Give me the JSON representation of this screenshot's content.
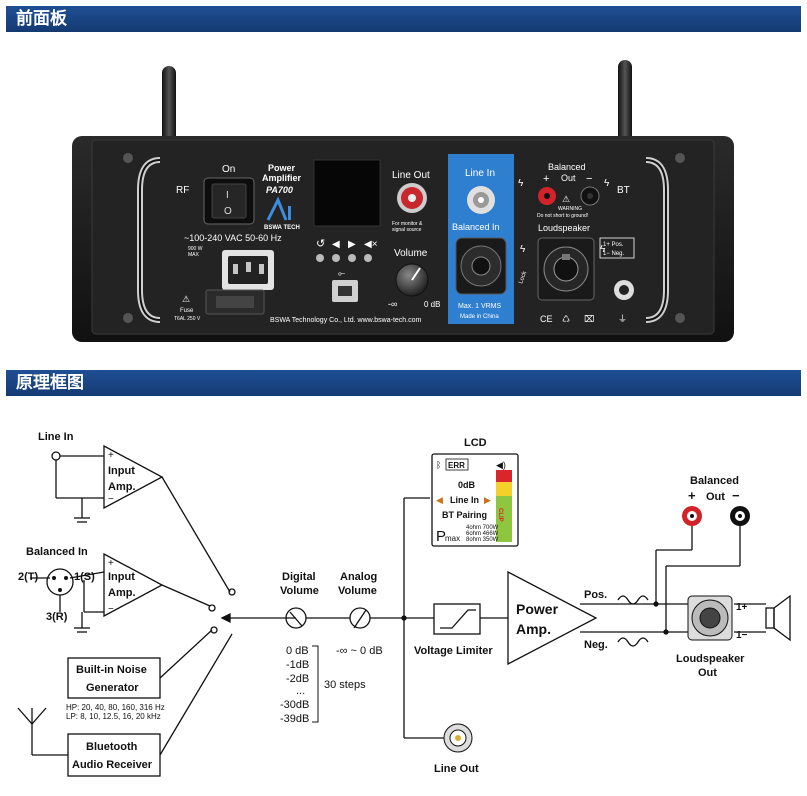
{
  "sections": {
    "front_panel_title": "前面板",
    "diagram_title": "原理框图"
  },
  "front_panel": {
    "rf_label": "RF",
    "bt_label": "BT",
    "on_label": "On",
    "power_switch_on": "I",
    "power_switch_off": "O",
    "product_line1": "Power",
    "product_line2": "Amplifier",
    "model": "PA700",
    "brand": "BSWA TECH",
    "voltage": "~100-240 VAC  50-60 Hz",
    "power_max": "900 W",
    "power_max_label": "MAX",
    "fuse_label": "Fuse",
    "fuse_value": "T6AL 250 V",
    "line_out_label": "Line Out",
    "line_out_note1": "For monitor &",
    "line_out_note2": "signal source",
    "volume_label": "Volume",
    "volume_min": "-∞",
    "volume_max": "0 dB",
    "line_in_label": "Line In",
    "balanced_in_label": "Balanced In",
    "max_input": "Max. 1 VRMS",
    "made_in": "Made in China",
    "balanced_out_label1": "Balanced",
    "balanced_out_label2": "Out",
    "plus_sign": "+",
    "minus_sign": "−",
    "warning_label": "WARNING",
    "warning_text": "Do not short to ground!",
    "loudspeaker_label": "Loudspeaker",
    "pos_legend": "1+ Pos.",
    "neg_legend": "1− Neg.",
    "lock_label": "Lock",
    "footer": "BSWA Technology Co., Ltd.   www.bswa-tech.com",
    "ce_mark": "CE"
  },
  "diagram": {
    "line_in": "Line In",
    "balanced_in": "Balanced In",
    "pin2": "2(T)",
    "pin1": "1(S)",
    "pin3": "3(R)",
    "input_amp_1": "Input",
    "input_amp_2": "Amp.",
    "noise_gen_1": "Built-in Noise",
    "noise_gen_2": "Generator",
    "noise_hp": "HP: 20, 40, 80, 160, 316 Hz",
    "noise_lp": "LP: 8, 10, 12.5, 16, 20 kHz",
    "bt_recv_1": "Bluetooth",
    "bt_recv_2": "Audio Receiver",
    "digital_volume_1": "Digital",
    "digital_volume_2": "Volume",
    "analog_volume_1": "Analog",
    "analog_volume_2": "Volume",
    "analog_range": "-∞ ~ 0 dB",
    "digital_steps": [
      "0 dB",
      "-1dB",
      "-2dB",
      "...",
      "-30dB",
      "-39dB"
    ],
    "steps_label": "30 steps",
    "lcd_title": "LCD",
    "lcd_err": "ERR",
    "lcd_db": "0dB",
    "lcd_line_in": "Line In",
    "lcd_bt": "BT Pairing",
    "lcd_pmax": "P",
    "lcd_pmax_sub": "max",
    "lcd_p1": "4ohm 700W",
    "lcd_p2": "6ohm 466W",
    "lcd_p3": "8ohm 350W",
    "lcd_clip": "CLIP",
    "voltage_limiter": "Voltage Limiter",
    "power_amp_1": "Power",
    "power_amp_2": "Amp.",
    "pos": "Pos.",
    "neg": "Neg.",
    "balanced_out_1": "Balanced",
    "balanced_out_2": "Out",
    "plus_sign": "+",
    "minus_sign": "−",
    "pin_pos": "1+",
    "pin_neg": "1−",
    "loudspeaker_out_1": "Loudspeaker",
    "loudspeaker_out_2": "Out",
    "line_out": "Line Out"
  },
  "colors": {
    "section_bar": "#1f4f94",
    "chassis": "#1a1a1a",
    "panel_blue": "#2f7fd0",
    "binding_red": "#d3232a",
    "lcd_bar_green": "#8ec63f",
    "lcd_bar_yellow": "#f3d12a",
    "lcd_bar_red": "#d9262a"
  }
}
